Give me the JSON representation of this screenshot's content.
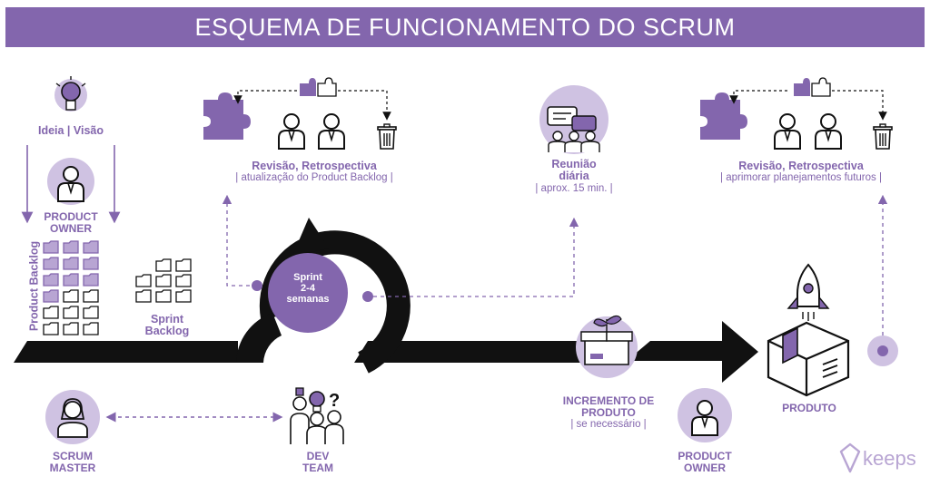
{
  "title": "ESQUEMA DE FUNCIONAMENTO DO SCRUM",
  "idea": {
    "label": "Ideia | Visão"
  },
  "product_owner_top": {
    "line1": "PRODUCT",
    "line2": "OWNER"
  },
  "product_backlog": {
    "label": "Product Backlog"
  },
  "sprint_backlog": {
    "line1": "Sprint",
    "line2": "Backlog"
  },
  "review1": {
    "title": "Revisão, Retrospectiva",
    "subtitle": "| atualização do Product Backlog |"
  },
  "daily": {
    "line1": "Reunião",
    "line2": "diária",
    "subtitle": "| aprox. 15 min. |"
  },
  "review2": {
    "title": "Revisão, Retrospectiva",
    "subtitle": "| aprimorar planejamentos futuros |"
  },
  "sprint": {
    "line1": "Sprint",
    "line2": "2-4",
    "line3": "semanas"
  },
  "increment": {
    "line1": "INCREMENTO DE",
    "line2": "PRODUTO",
    "subtitle": "| se necessário |"
  },
  "product": {
    "label": "PRODUTO"
  },
  "scrum_master": {
    "line1": "SCRUM",
    "line2": "MASTER"
  },
  "dev_team": {
    "line1": "DEV",
    "line2": "TEAM"
  },
  "product_owner_bottom": {
    "line1": "PRODUCT",
    "line2": "OWNER"
  },
  "brand": {
    "name": "keeps"
  },
  "colors": {
    "accent": "#8366ad",
    "light": "#cfc2e2",
    "dark": "#111111"
  },
  "icons": [
    "lightbulb-icon",
    "person-icon",
    "folder-icon",
    "puzzle-icon",
    "trash-icon",
    "chat-icon",
    "box-icon",
    "rocket-icon",
    "keeps-logo-icon"
  ]
}
